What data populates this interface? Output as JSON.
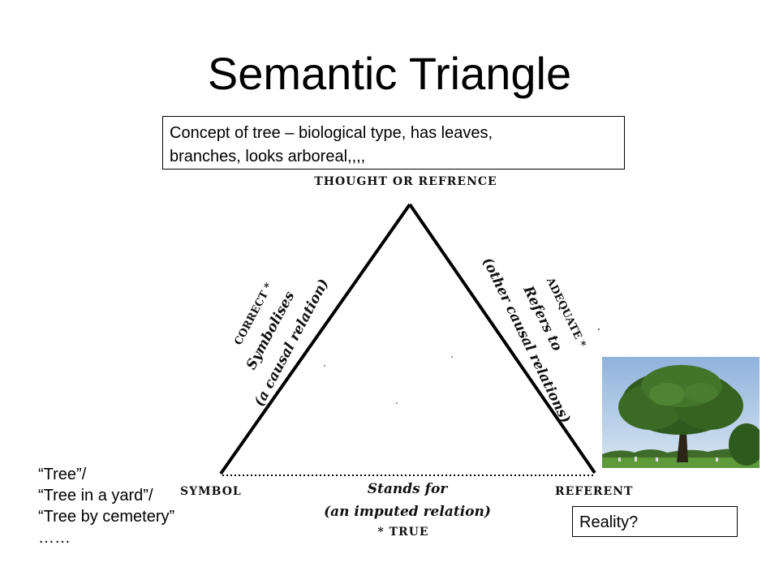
{
  "title": "Semantic Triangle",
  "concept_box": {
    "line1": "Concept of tree – biological type, has leaves,",
    "line2": "branches, looks arboreal,,,,"
  },
  "triangle": {
    "apex_label": "THOUGHT OR REFRENCE",
    "left_label": "SYMBOL",
    "right_label": "REFERENT",
    "left_side": {
      "adequacy": "CORRECT *",
      "relation": "Symbolises",
      "note": "(a causal relation)"
    },
    "right_side": {
      "adequacy": "ADEQUATE *",
      "relation": "Refers to",
      "note": "(other causal relations)"
    },
    "base": {
      "relation": "Stands for",
      "note": "(an imputed relation)",
      "truth": "* TRUE"
    }
  },
  "symbols": {
    "line1": "“Tree”/",
    "line2": "“Tree in a yard”/",
    "line3": "“Tree by cemetery”",
    "line4": "……"
  },
  "reality_label": "Reality?"
}
